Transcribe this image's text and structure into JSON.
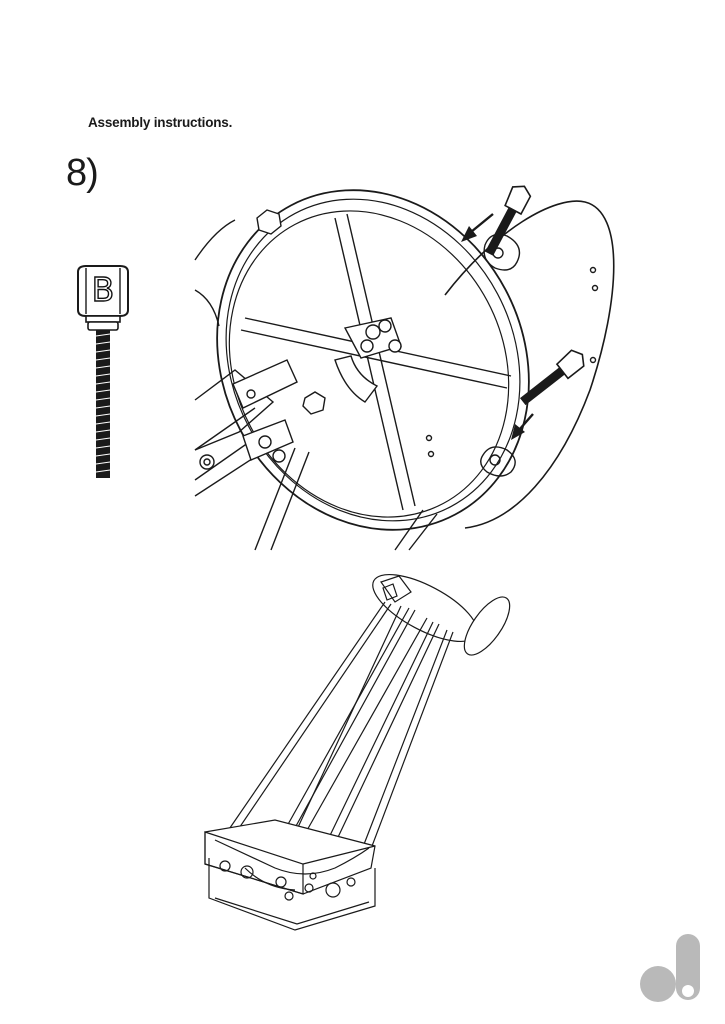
{
  "document": {
    "heading": "Assembly instructions.",
    "step_number": "8)"
  },
  "bolt": {
    "letter": "B"
  },
  "colors": {
    "line": "#1a1a1a",
    "logo": "#b9b9b9",
    "background": "#ffffff"
  },
  "icons": {
    "logo": "brand-logo-icon",
    "arrows": "arrow-icon"
  }
}
